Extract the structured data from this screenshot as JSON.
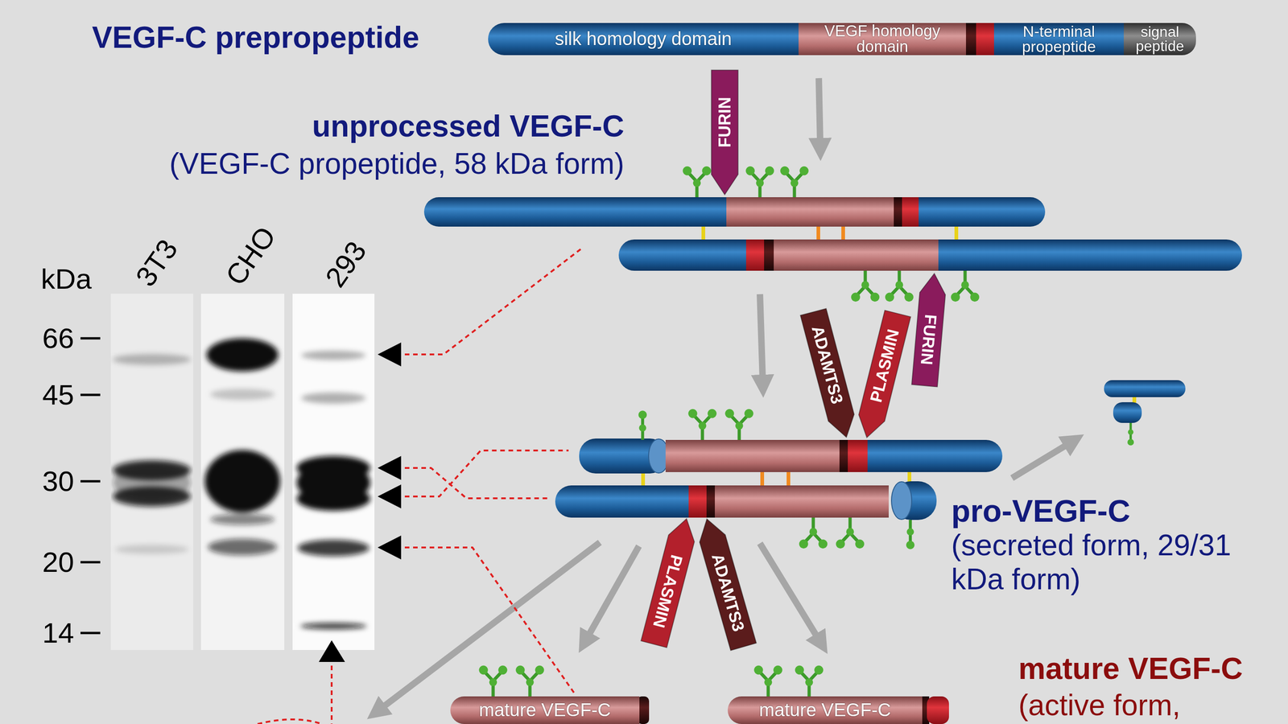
{
  "diagram": {
    "nodes": [
      {
        "text": [
          "silk homology domain"
        ]
      },
      {
        "text": [
          "VEGF homology domain"
        ]
      },
      {
        "text": [
          "N-terminal propeptide"
        ]
      },
      {
        "text": [
          "signal peptide"
        ]
      },
      {
        "text": [
          "FURIN"
        ]
      },
      {
        "text": [
          "ADAMTS3"
        ]
      },
      {
        "text": [
          "PLASMIN"
        ]
      },
      {
        "text": [
          "FURIN"
        ]
      },
      {
        "text": [
          "PLASMIN"
        ]
      },
      {
        "text": [
          "ADAMTS3"
        ]
      },
      {
        "text": [
          "mature VEGF-C"
        ]
      },
      {
        "text": [
          "mature VEGF-C"
        ]
      }
    ],
    "labels": [
      "VEGF-C prepropeptide",
      "unprocessed VEGF-C",
      "(VEGF-C propeptide, 58 kDa form)",
      "kDa",
      "3T3",
      "CHO",
      "293",
      "66",
      "45",
      "30",
      "20",
      "14",
      "pro-VEGF-C",
      "(secreted form, 29/31 kDa form)",
      "mature VEGF-C",
      "(active form,"
    ]
  }
}
